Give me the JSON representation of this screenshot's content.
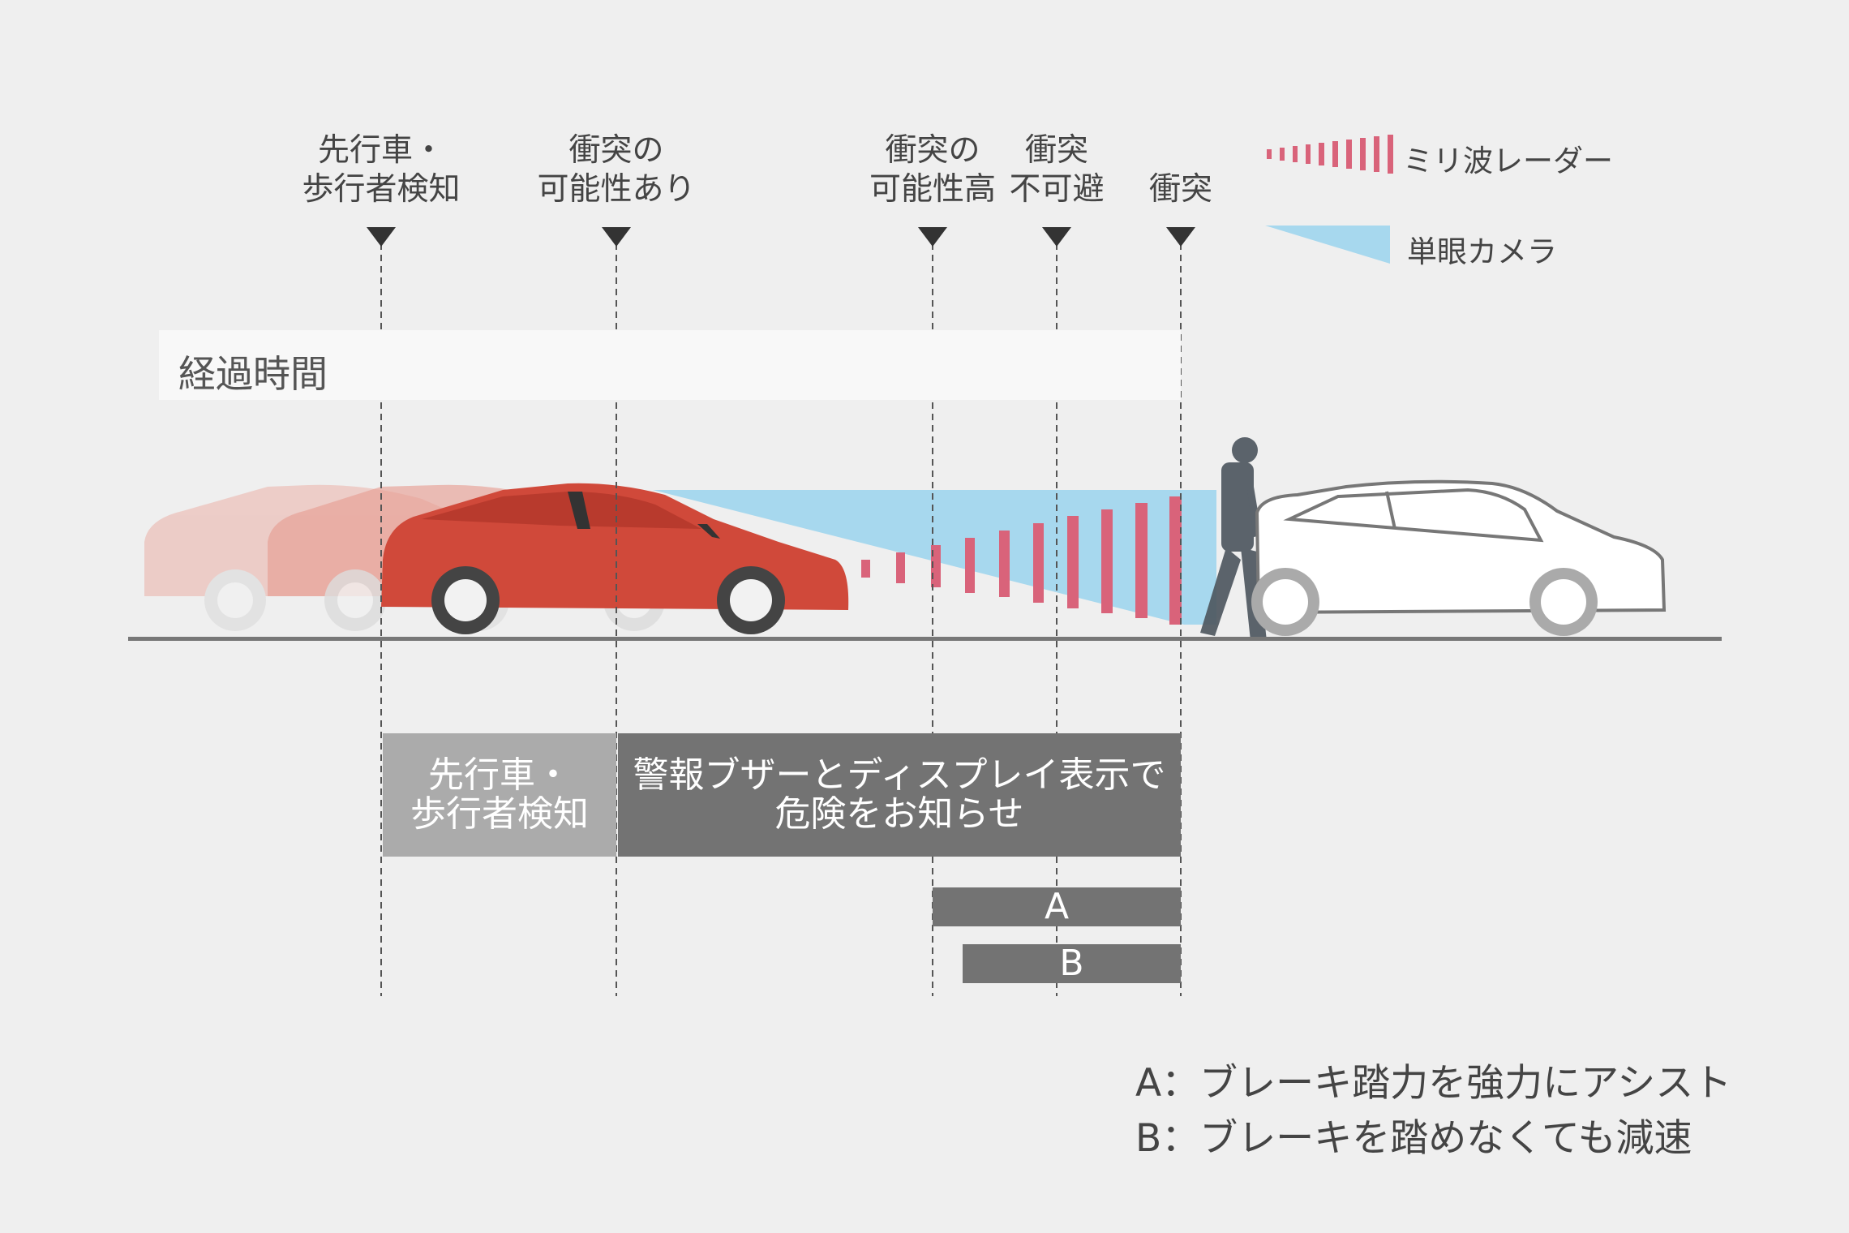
{
  "milestones": [
    {
      "lines": [
        "先行車・",
        "歩行者検知"
      ]
    },
    {
      "lines": [
        "衝突の",
        "可能性あり"
      ]
    },
    {
      "lines": [
        "衝突の",
        "可能性高"
      ]
    },
    {
      "lines": [
        "衝突",
        "不可避"
      ]
    },
    {
      "lines": [
        "衝突"
      ]
    }
  ],
  "legend": {
    "radar": "ミリ波レーダー",
    "camera": "単眼カメラ",
    "radar_color": "#d9637a",
    "camera_color": "#a7d8ee"
  },
  "elapsed_label": "経過時間",
  "phases": {
    "detect": [
      "先行車・",
      "歩行者検知"
    ],
    "warn": [
      "警報ブザーとディスプレイ表示で",
      "危険をお知らせ"
    ]
  },
  "bars": {
    "a": "A",
    "b": "B"
  },
  "notes": {
    "a": "A：ブレーキ踏力を強力にアシスト",
    "b": "B：ブレーキを踏めなくても減速"
  },
  "colors": {
    "car": "#d0493a",
    "ghost": "#e9a79d",
    "bar_dark": "#737373",
    "bar_light": "#ababab"
  }
}
